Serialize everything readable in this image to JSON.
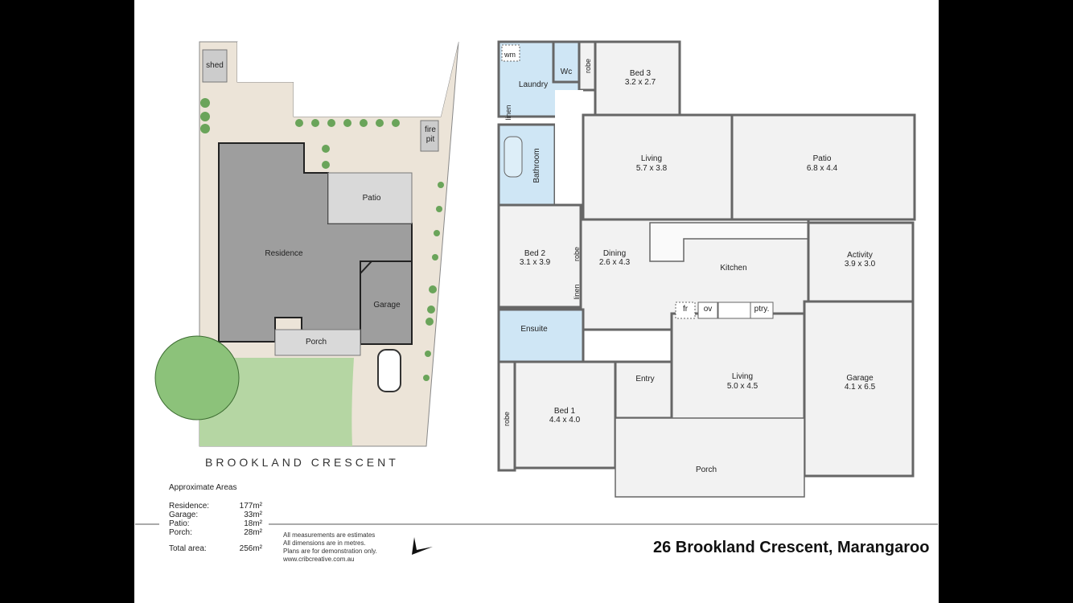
{
  "site_plan": {
    "labels": {
      "shed": "shed",
      "fire_pit_1": "fire",
      "fire_pit_2": "pit",
      "patio": "Patio",
      "residence": "Residence",
      "garage": "Garage",
      "porch": "Porch"
    },
    "street": "BROOKLAND CRESCENT"
  },
  "areas": {
    "heading": "Approximate Areas",
    "rows": [
      {
        "label": "Residence:",
        "value": "177m²"
      },
      {
        "label": "Garage:",
        "value": "33m²"
      },
      {
        "label": "Patio:",
        "value": "18m²"
      },
      {
        "label": "Porch:",
        "value": "28m²"
      }
    ],
    "total": {
      "label": "Total area:",
      "value": "256m²"
    }
  },
  "notes": [
    "All measurements are estimates",
    "All dimensions are in metres.",
    "Plans are for demonstration only.",
    "www.cribcreative.com.au"
  ],
  "title": "26 Brookland Crescent, Marangaroo",
  "floor_plan": {
    "wm": "wm",
    "laundry": "Laundry",
    "wc": "Wc",
    "robe": "robe",
    "linen": "linen",
    "bathroom": "Bathroom",
    "bed3": {
      "name": "Bed 3",
      "dims": "3.2 x 2.7"
    },
    "living1": {
      "name": "Living",
      "dims": "5.7 x 3.8"
    },
    "patio": {
      "name": "Patio",
      "dims": "6.8 x 4.4"
    },
    "bed2": {
      "name": "Bed 2",
      "dims": "3.1 x 3.9"
    },
    "dining": {
      "name": "Dining",
      "dims": "2.6 x 4.3"
    },
    "kitchen": "Kitchen",
    "activity": {
      "name": "Activity",
      "dims": "3.9 x 3.0"
    },
    "fr": "fr",
    "ov": "ov",
    "ptry": "ptry.",
    "ensuite": "Ensuite",
    "entry": "Entry",
    "living2": {
      "name": "Living",
      "dims": "5.0 x 4.5"
    },
    "garage": {
      "name": "Garage",
      "dims": "4.1 x 6.5"
    },
    "bed1": {
      "name": "Bed 1",
      "dims": "4.4 x 4.0"
    },
    "porch": "Porch"
  },
  "colors": {
    "lot": "#ece4d8",
    "residence": "#9e9e9e",
    "lawn": "#b5d6a3",
    "wet": "#cfe6f5",
    "floor": "#f2f2f2",
    "wall": "#666666"
  }
}
